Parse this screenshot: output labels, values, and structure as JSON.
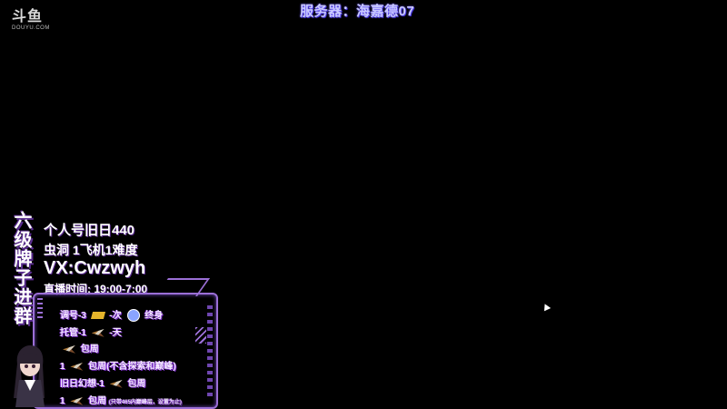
{
  "logo": {
    "main": "斗鱼",
    "sub": "DOUYU.COM"
  },
  "server_title": "服务器：海嘉德07",
  "vertical_banner": "六级牌子进群",
  "info": {
    "line1": "个人号旧日440",
    "line2": "虫洞 1飞机1难度",
    "line3": "VX:Cwzwyh",
    "line4": "直播时间: 19:00-7:00"
  },
  "rows": {
    "r1_a": "调号-3",
    "r1_b": "-次",
    "r1_c": "终身",
    "r2_a": "托管-1",
    "r2_b": "-天",
    "r3_a": "包周",
    "r4_a": "1",
    "r4_b": "包周(不含探索和巅峰)",
    "r5_a": "旧日幻想-1",
    "r5_b": "包周",
    "r6_a": "1",
    "r6_b": "包周",
    "r6_c": "(只带465内巅峰层，设置为止)"
  },
  "colors": {
    "accent": "#9b6fd6",
    "text_shadow": "#5a2c8f",
    "server_glow": "#6e57ff"
  },
  "icons": [
    "gold-bar-icon",
    "jet-icon",
    "badge-icon",
    "avatar"
  ]
}
